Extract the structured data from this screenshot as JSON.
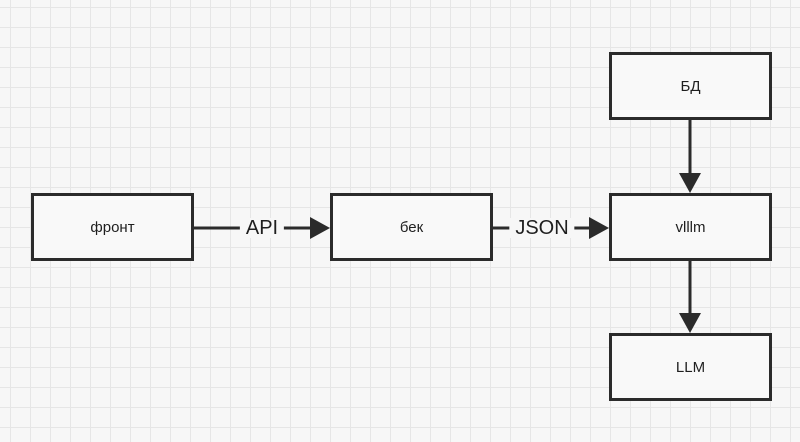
{
  "nodes": {
    "front": "фронт",
    "back": "бек",
    "vllm": "vlllm",
    "db": "БД",
    "llm": "LLM"
  },
  "edges": [
    {
      "from": "фронт",
      "to": "бек",
      "label": "API"
    },
    {
      "from": "бек",
      "to": "vlllm",
      "label": "JSON"
    },
    {
      "from": "БД",
      "to": "vlllm",
      "label": ""
    },
    {
      "from": "vlllm",
      "to": "LLM",
      "label": ""
    }
  ],
  "colors": {
    "stroke": "#2b2b2b",
    "background": "#f7f7f7",
    "grid": "#e6e6e6"
  }
}
